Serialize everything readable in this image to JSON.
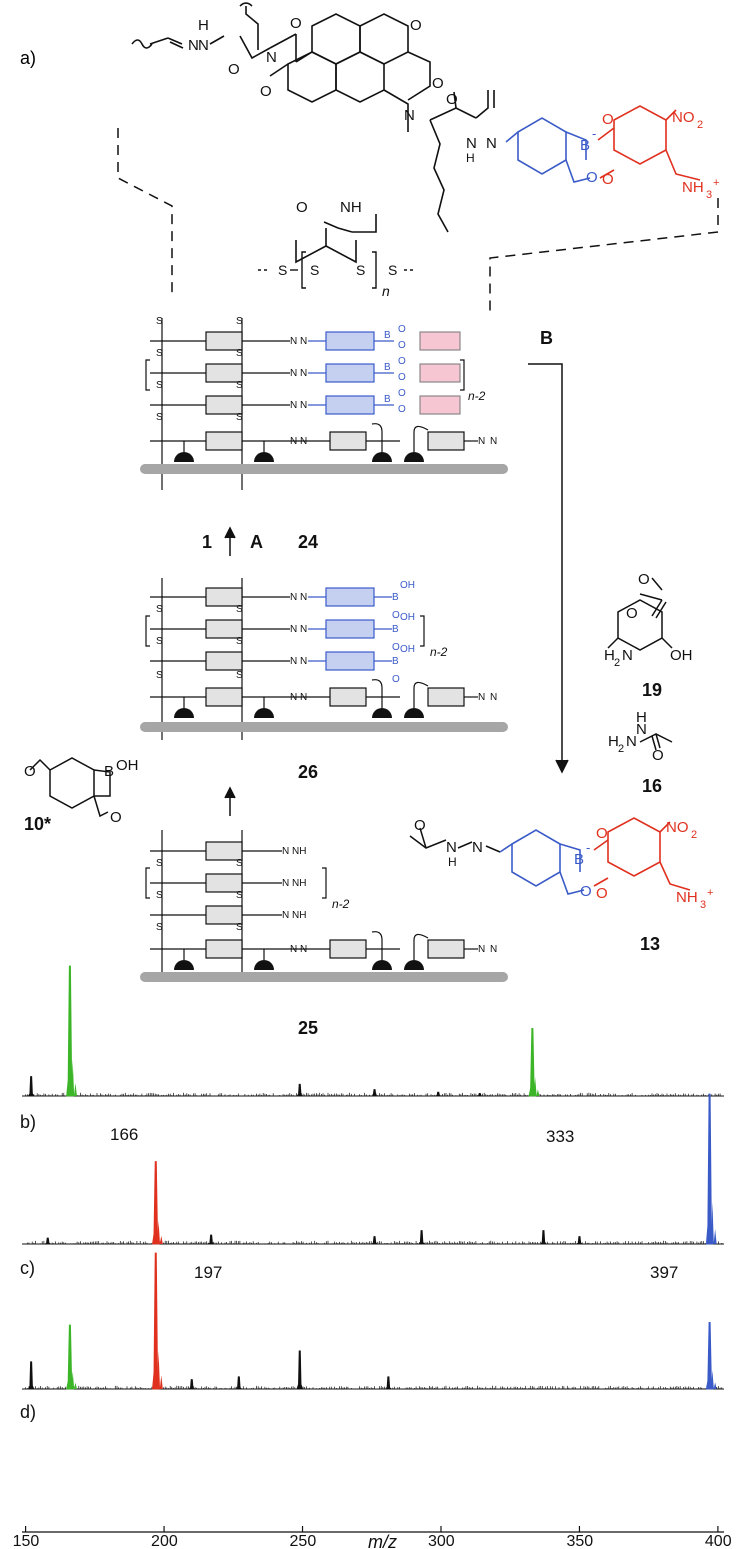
{
  "panels": {
    "a": "a)",
    "b": "b)",
    "c": "c)",
    "d": "d)"
  },
  "steps": {
    "B": "B",
    "A": "A",
    "one": "1"
  },
  "compounds": {
    "c24": "24",
    "c26": "26",
    "c25": "25",
    "c19": "19",
    "c16": "16",
    "c13": "13",
    "c10": "10*"
  },
  "atoms": {
    "NO2": "NO",
    "NO2_sub": "2",
    "NH3": "NH",
    "NH3_sub": "3",
    "NH3_sup": "+",
    "B_minus": "B",
    "minus": "-",
    "n": "n",
    "n2": "n-2",
    "S": "S",
    "O": "O",
    "N": "N",
    "H": "H",
    "H2N": "H",
    "H2N_sub": "2",
    "H2N_N": "N",
    "OH": "OH",
    "NH": "NH",
    "B": "B"
  },
  "peaks": {
    "p166": "166",
    "p333": "333",
    "p197": "197",
    "p397": "397"
  },
  "axis": {
    "ticks": [
      "150",
      "200",
      "250",
      "300",
      "350",
      "400"
    ],
    "xlabel": "m/z"
  },
  "colors": {
    "black": "#111111",
    "blue": "#3a5bc7",
    "red": "#e0301e",
    "green": "#3cb528",
    "light_blue": "#a9b8e6",
    "pink": "#f7c6d3",
    "grey_box": "#e3e3e3",
    "substrate": "#a6a6a6"
  },
  "chart_data": [
    {
      "type": "line",
      "panel": "b)",
      "xlim": [
        150,
        400
      ],
      "peaks": [
        {
          "x": 166,
          "y": 1.0,
          "color": "green",
          "label": "166"
        },
        {
          "x": 333,
          "y": 0.52,
          "color": "green",
          "label": "333"
        },
        {
          "x": 152,
          "y": 0.15,
          "color": "black"
        },
        {
          "x": 249,
          "y": 0.09,
          "color": "black"
        },
        {
          "x": 276,
          "y": 0.05,
          "color": "black"
        },
        {
          "x": 299,
          "y": 0.03,
          "color": "black"
        },
        {
          "x": 314,
          "y": 0.02,
          "color": "black"
        }
      ]
    },
    {
      "type": "line",
      "panel": "c)",
      "xlim": [
        150,
        400
      ],
      "peaks": [
        {
          "x": 197,
          "y": 0.55,
          "color": "red",
          "label": "197"
        },
        {
          "x": 397,
          "y": 1.0,
          "color": "blue",
          "label": "397"
        },
        {
          "x": 158,
          "y": 0.04,
          "color": "black"
        },
        {
          "x": 217,
          "y": 0.06,
          "color": "black"
        },
        {
          "x": 276,
          "y": 0.05,
          "color": "black"
        },
        {
          "x": 293,
          "y": 0.09,
          "color": "black"
        },
        {
          "x": 337,
          "y": 0.09,
          "color": "black"
        },
        {
          "x": 350,
          "y": 0.05,
          "color": "black"
        }
      ]
    },
    {
      "type": "line",
      "panel": "d)",
      "xlim": [
        150,
        400
      ],
      "peaks": [
        {
          "x": 166,
          "y": 0.47,
          "color": "green"
        },
        {
          "x": 197,
          "y": 1.0,
          "color": "red"
        },
        {
          "x": 397,
          "y": 0.49,
          "color": "blue"
        },
        {
          "x": 152,
          "y": 0.2,
          "color": "black"
        },
        {
          "x": 249,
          "y": 0.28,
          "color": "black"
        },
        {
          "x": 227,
          "y": 0.09,
          "color": "black"
        },
        {
          "x": 281,
          "y": 0.09,
          "color": "black"
        },
        {
          "x": 210,
          "y": 0.07,
          "color": "black"
        }
      ]
    }
  ]
}
